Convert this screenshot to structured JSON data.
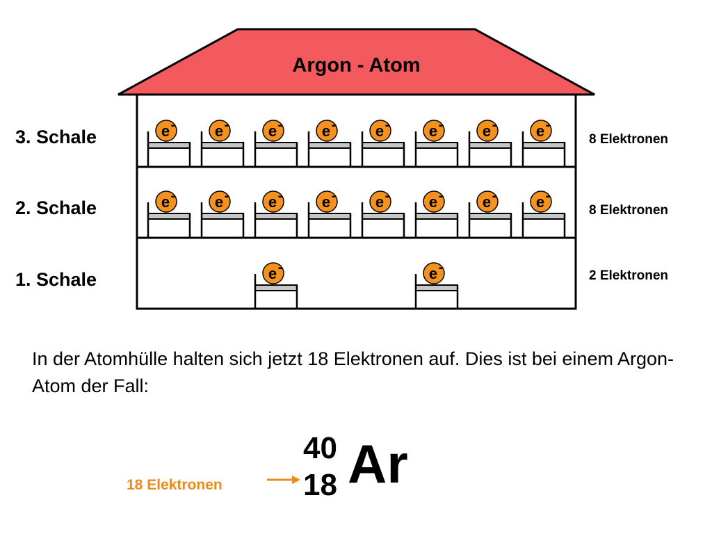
{
  "title": "Argon - Atom",
  "electron_label": "e",
  "electron_charge": "-",
  "shells": [
    {
      "label": "3. Schale",
      "count_text": "8 Elektronen",
      "electrons": 8
    },
    {
      "label": "2. Schale",
      "count_text": "8 Elektronen",
      "electrons": 8
    },
    {
      "label": "1. Schale",
      "count_text": "2 Elektronen",
      "electrons": 2
    }
  ],
  "explanation": "In der Atomhülle halten sich jetzt 18 Elektronen auf. Dies ist bei einem Argon-Atom der Fall:",
  "symbol": {
    "mass_number": "40",
    "atomic_number": "18",
    "element": "Ar"
  },
  "electron_note": "18 Elektronen",
  "colors": {
    "roof": "#f25a5d",
    "electron": "#f5921f",
    "bed": "#c7c7c7",
    "note": "#ee8a1a"
  },
  "icons": {
    "electron": "electron-icon",
    "bed": "bed-icon",
    "arrow": "arrow-right-icon"
  }
}
